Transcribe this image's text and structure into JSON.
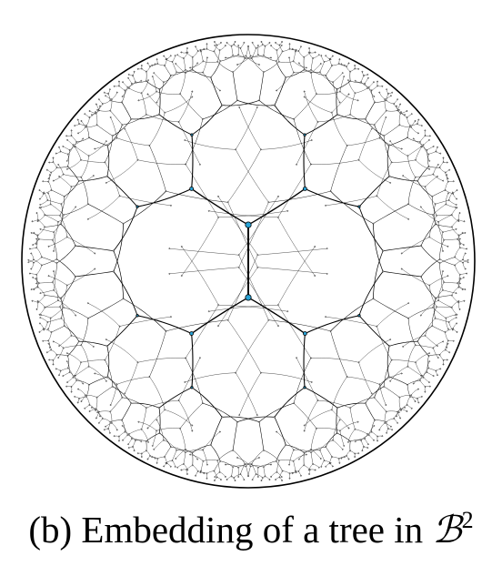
{
  "diagram": {
    "boundary": "unit-disk",
    "tree": "binary-tree",
    "node_color": "#29a3d6",
    "edge_color": "#000000"
  },
  "caption": {
    "label": "(b)",
    "text": "Embedding of a tree in",
    "space_symbol": "ℬ",
    "space_exponent": "2"
  }
}
